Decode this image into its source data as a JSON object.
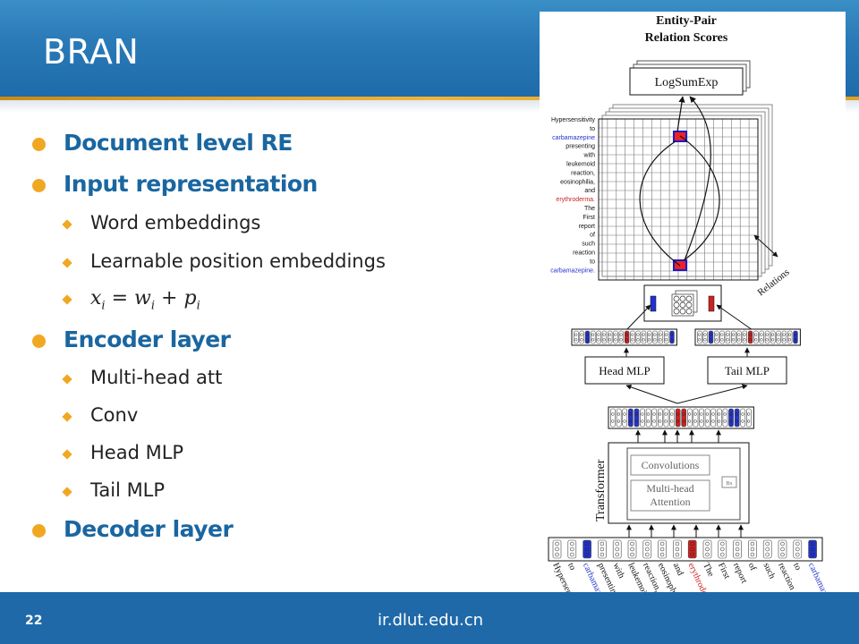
{
  "slide": {
    "title": "BRAN",
    "page_number": "22",
    "site": "ir.dlut.edu.cn"
  },
  "bullets": {
    "b1": "Document level RE",
    "b2": "Input representation",
    "b2_1": "Word embeddings",
    "b2_2": "Learnable position embeddings",
    "b2_3": {
      "x": "x",
      "i": "i",
      "eq": "=",
      "w": "w",
      "plus": "+",
      "p": "p"
    },
    "b3": "Encoder layer",
    "b3_1": "Multi-head att",
    "b3_2": "Conv",
    "b3_3": "Head MLP",
    "b3_4": "Tail MLP",
    "b4": "Decoder layer"
  },
  "figure": {
    "top_title_1": "Entity-Pair",
    "top_title_2": "Relation Scores",
    "logsumexp": "LogSumExp",
    "relations": "Relations",
    "head_mlp": "Head MLP",
    "tail_mlp": "Tail MLP",
    "transformer": "Transformer",
    "convolutions": "Convolutions",
    "mha_1": "Multi-head",
    "mha_2": "Attention",
    "bx": "Bx",
    "row_words": [
      "Hypersensitivity",
      "to",
      "carbamazepine",
      "presenting",
      "with",
      "leukemoid",
      "reaction,",
      "eosinophilia,",
      "and",
      "erythroderma.",
      "The",
      "First",
      "report",
      "of",
      "such",
      "reaction",
      "to",
      "carbamazepine."
    ],
    "bottom_words": [
      "Hypersensitivity",
      "to",
      "carbamazepine",
      "presenting",
      "with",
      "leukemoid",
      "reaction,",
      "eosinophilia,",
      "and",
      "erythroderma.",
      "The",
      "First",
      "report",
      "of",
      "such",
      "reaction",
      "to",
      "carbamazepine"
    ],
    "colors": {
      "entity_blue": "#2233cc",
      "entity_red": "#cc2222",
      "text_black": "#111111"
    }
  }
}
